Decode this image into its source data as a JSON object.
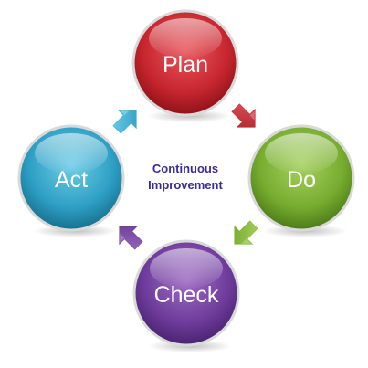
{
  "diagram": {
    "center": {
      "line1": "Continuous",
      "line2": "Improvement",
      "color": "#3a2b9e"
    },
    "nodes": [
      {
        "id": "plan",
        "label": "Plan",
        "color": "#d0313a"
      },
      {
        "id": "do",
        "label": "Do",
        "color": "#7db33a"
      },
      {
        "id": "check",
        "label": "Check",
        "color": "#7a46a3"
      },
      {
        "id": "act",
        "label": "Act",
        "color": "#3aa7c6"
      }
    ],
    "arrows": [
      {
        "from": "plan",
        "to": "do",
        "color": "#c9343b"
      },
      {
        "from": "do",
        "to": "check",
        "color": "#8cbf3a"
      },
      {
        "from": "check",
        "to": "act",
        "color": "#7d4fa8"
      },
      {
        "from": "act",
        "to": "plan",
        "color": "#3ab0d0"
      }
    ]
  }
}
